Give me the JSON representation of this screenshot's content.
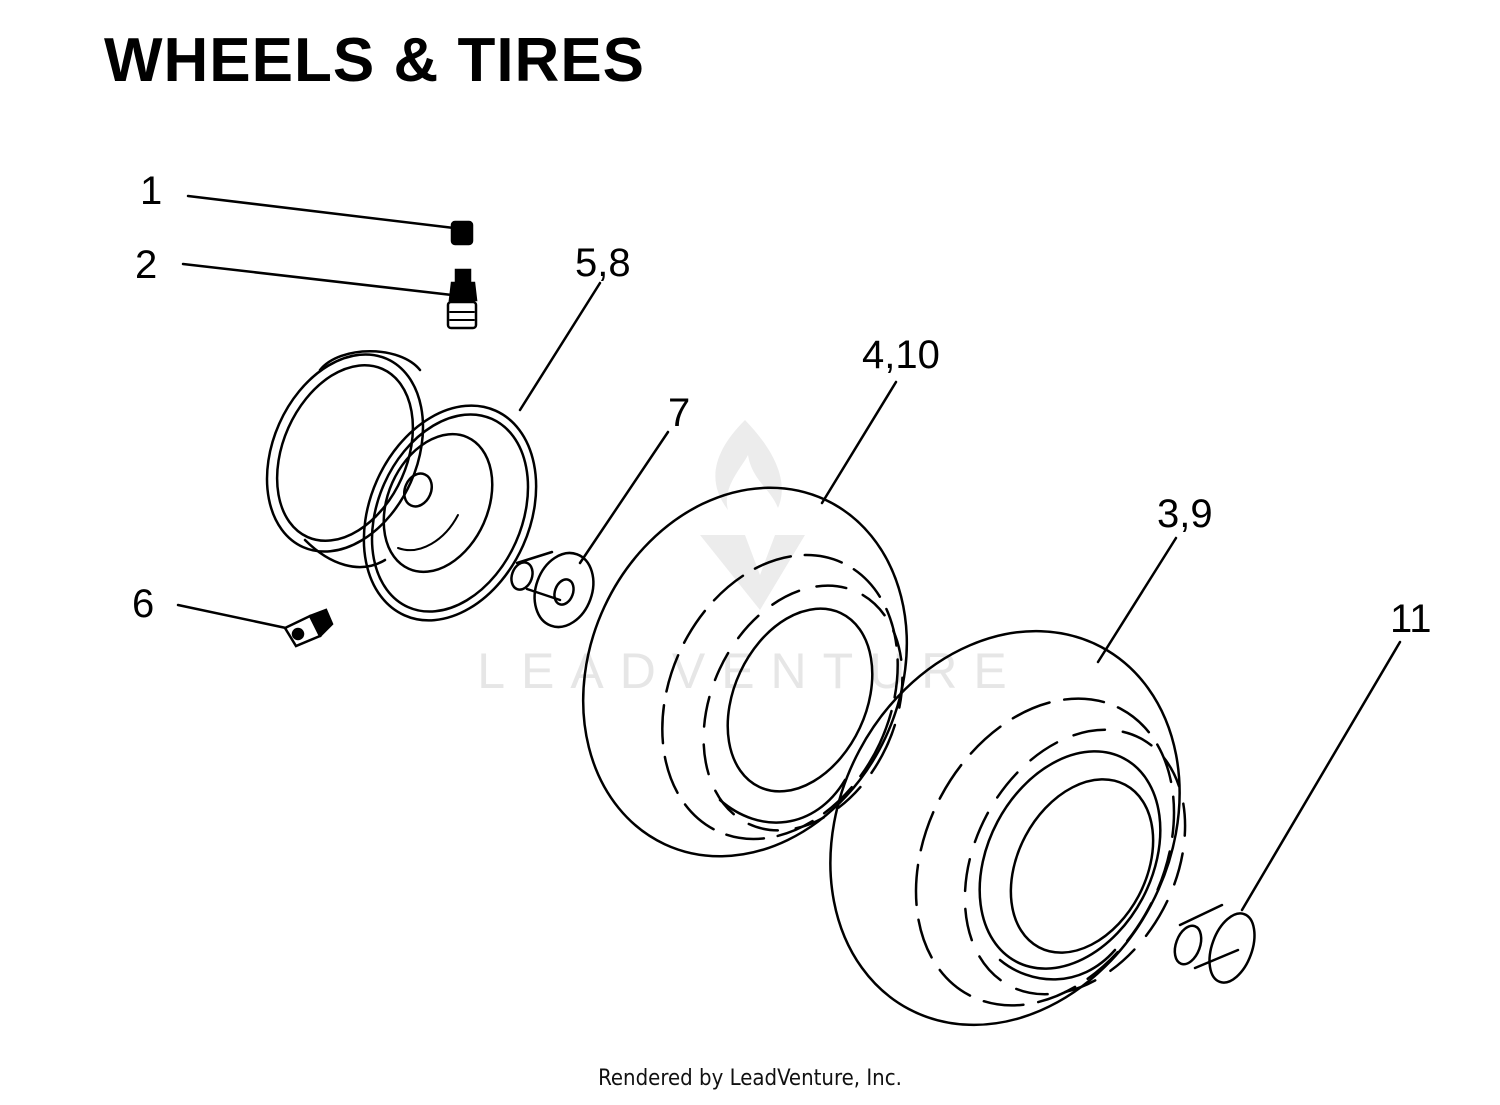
{
  "title": "WHEELS & TIRES",
  "footer": "Rendered by LeadVenture, Inc.",
  "watermark": {
    "text": "LEADVENTURE",
    "color": "#e6e6e6"
  },
  "callouts": [
    {
      "id": "1",
      "label": "1",
      "part": "valve-cap"
    },
    {
      "id": "2",
      "label": "2",
      "part": "valve-stem"
    },
    {
      "id": "5-8",
      "label": "5,8",
      "part": "wheel-rim"
    },
    {
      "id": "4-10",
      "label": "4,10",
      "part": "front-tire"
    },
    {
      "id": "7",
      "label": "7",
      "part": "bushing"
    },
    {
      "id": "6",
      "label": "6",
      "part": "grease-fitting"
    },
    {
      "id": "3-9",
      "label": "3,9",
      "part": "rear-tire"
    },
    {
      "id": "11",
      "label": "11",
      "part": "hub-cap"
    }
  ]
}
